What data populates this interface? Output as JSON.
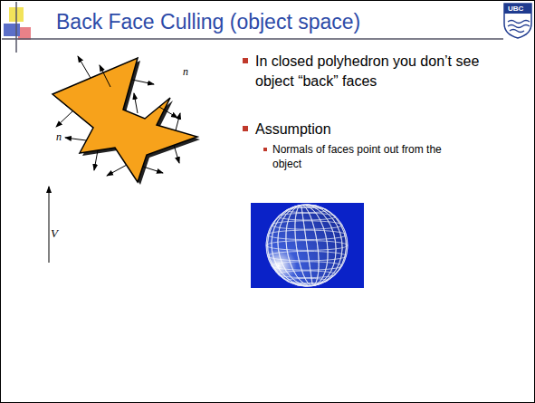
{
  "diagram": {
    "title": "Back Face Culling (object space)",
    "labels": [
      "UBC",
      "n",
      "n",
      "V",
      "In closed polyhedron you don’t see object “back” faces",
      "Assumption",
      "Normals of faces point out from the object"
    ]
  }
}
